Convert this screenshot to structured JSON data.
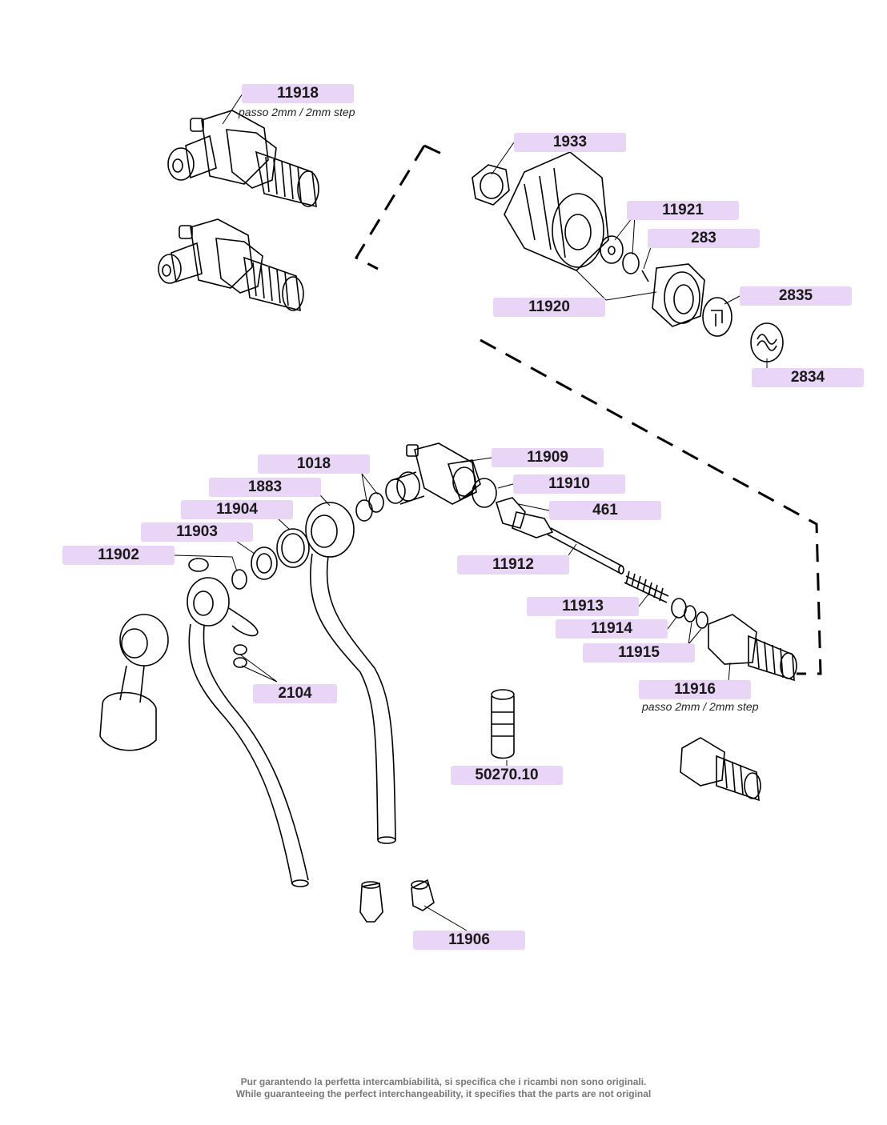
{
  "labels": {
    "l11918": "11918",
    "l1933": "1933",
    "l11921": "11921",
    "l283": "283",
    "l11920": "11920",
    "l2835": "2835",
    "l2834": "2834",
    "l1018": "1018",
    "l11909": "11909",
    "l1883": "1883",
    "l11910": "11910",
    "l11904": "11904",
    "l461": "461",
    "l11903": "11903",
    "l11902": "11902",
    "l11912": "11912",
    "l11913": "11913",
    "l11914": "11914",
    "l11915": "11915",
    "l2104": "2104",
    "l11916": "11916",
    "l50270": "50270.10",
    "l11906": "11906"
  },
  "notes": {
    "step_11918": "passo 2mm / 2mm step",
    "step_11916": "passo 2mm / 2mm step"
  },
  "footer": {
    "it": "Pur garantendo la perfetta intercambiabilità, si specifica che i ricambi non sono originali.",
    "en": "While guaranteeing the perfect interchangeability, it specifies that the parts are not original"
  },
  "colors": {
    "label_bg": "#e9d5f5",
    "line": "#000000"
  }
}
